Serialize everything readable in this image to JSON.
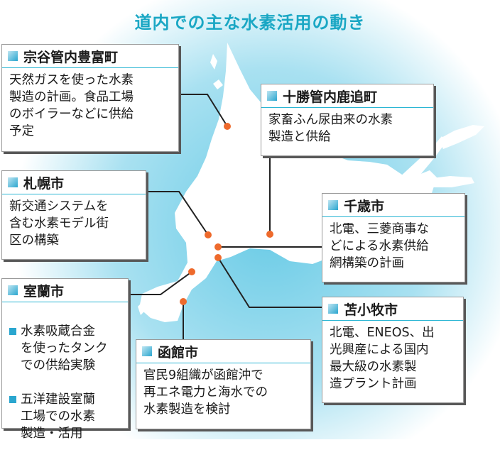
{
  "title": "道内での主な水素活用の動き",
  "colors": {
    "sea_outer": "#ffffff",
    "sea_inner": "#69cbe6",
    "land": "#ffffff",
    "accent_line": "#2bb6d4",
    "marker": "#ee6a2c",
    "bullet": "#2aa6cf"
  },
  "markers": [
    {
      "name": "宗谷管内豊富町"
    },
    {
      "name": "十勝管内鹿追町"
    },
    {
      "name": "札幌市"
    },
    {
      "name": "千歳市"
    },
    {
      "name": "苫小牧市"
    },
    {
      "name": "室蘭市"
    },
    {
      "name": "函館市"
    }
  ],
  "callouts": {
    "toyotomi": {
      "title": "宗谷管内豊富町",
      "body": "天然ガスを使った水素\n製造の計画。食品工場\nのボイラーなどに供給\n予定"
    },
    "shikaoi": {
      "title": "十勝管内鹿追町",
      "body": "家畜ふん尿由来の水素\n製造と供給"
    },
    "sapporo": {
      "title": "札幌市",
      "body": "新交通システムを\n含む水素モデル街\n区の構築"
    },
    "chitose": {
      "title": "千歳市",
      "body": "北電、三菱商事な\nどによる水素供給\n網構築の計画"
    },
    "muroran": {
      "title": "室蘭市",
      "items": [
        "水素吸蔵合金\nを使ったタンク\nでの供給実験",
        "五洋建設室蘭\n工場での水素\n製造・活用"
      ]
    },
    "tomakomai": {
      "title": "苫小牧市",
      "body": "北電、ENEOS、出\n光興産による国内\n最大級の水素製\n造プラント計画"
    },
    "hakodate": {
      "title": "函館市",
      "body": "官民9組織が函館沖で\n再エネ電力と海水での\n水素製造を検討"
    }
  }
}
